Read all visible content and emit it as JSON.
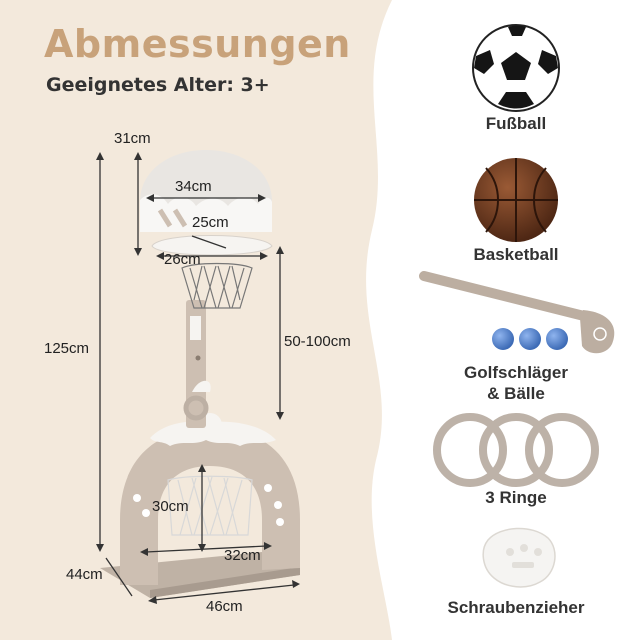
{
  "header": {
    "title": "Abmessungen",
    "subtitle": "Geeignetes Alter: 3+"
  },
  "dimensions": {
    "backboard_height": "31cm",
    "backboard_width": "34cm",
    "rim_depth": "25cm",
    "rim_width": "26cm",
    "total_height": "125cm",
    "adjustable_height": "50-100cm",
    "goal_height": "30cm",
    "goal_width": "32cm",
    "base_depth": "44cm",
    "base_width": "46cm"
  },
  "accessories": {
    "football": "Fußball",
    "basketball": "Basketball",
    "golf_line1": "Golfschläger",
    "golf_line2": "& Bälle",
    "rings": "3 Ringe",
    "screwdriver": "Schraubenzieher"
  },
  "colors": {
    "background": "#f3e9dc",
    "panel": "#ffffff",
    "title": "#c8a27a",
    "product_body": "#c9bdb0",
    "product_white": "#f6f4f1",
    "basketball": "#6b3a22",
    "golf_balls": "#4f7fc9",
    "rings": "#bdb2a8"
  }
}
